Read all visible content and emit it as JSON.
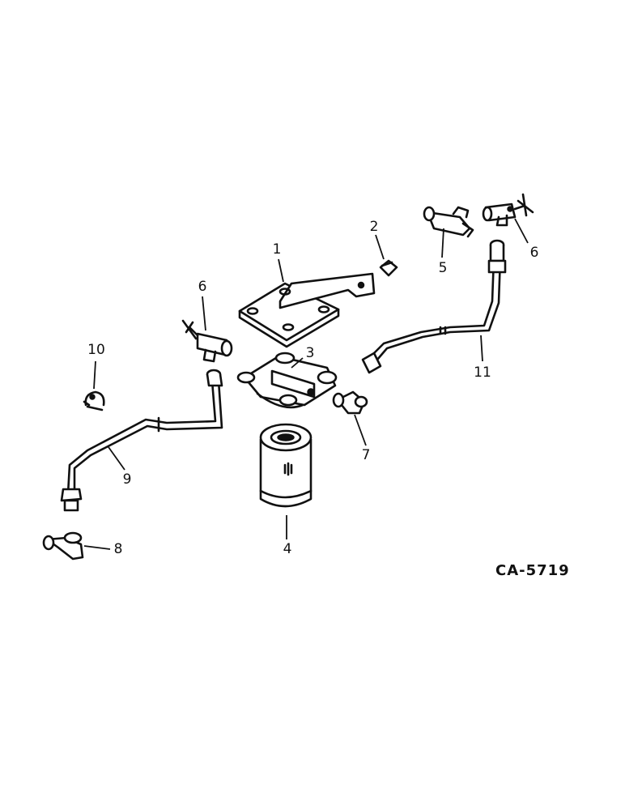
{
  "diagram": {
    "reference_code": "CA-5719",
    "callouts": [
      {
        "id": "c1",
        "label": "1"
      },
      {
        "id": "c2",
        "label": "2"
      },
      {
        "id": "c3",
        "label": "3"
      },
      {
        "id": "c4",
        "label": "4"
      },
      {
        "id": "c5",
        "label": "5"
      },
      {
        "id": "c6a",
        "label": "6"
      },
      {
        "id": "c6b",
        "label": "6"
      },
      {
        "id": "c7",
        "label": "7"
      },
      {
        "id": "c8",
        "label": "8"
      },
      {
        "id": "c9",
        "label": "9"
      },
      {
        "id": "c10",
        "label": "10"
      },
      {
        "id": "c11",
        "label": "11"
      }
    ]
  }
}
